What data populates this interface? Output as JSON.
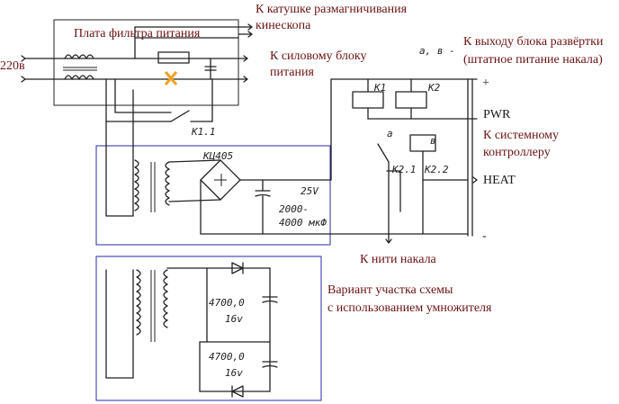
{
  "labels": {
    "filter_board": "Плата фильтра питания",
    "input_voltage": "220в",
    "degauss_coil_line1": "К катушке размагничивания",
    "degauss_coil_line2": "кинескопа",
    "power_unit_line1": "К силовому блоку",
    "power_unit_line2": "питания",
    "scan_output_prefix": "а, в -",
    "scan_output_line1": "К выходу блока развёртки",
    "scan_output_line2": "(штатное питание накала)",
    "plus": "+",
    "minus": "-",
    "pwr": "PWR",
    "controller_line1": "К системному",
    "controller_line2": "контроллеру",
    "heat": "HEAT",
    "filament": "К нити накала",
    "variant_line1": "Вариант участка схемы",
    "variant_line2": "с использованием умножителя"
  },
  "components": {
    "relay_k1_contact": "К1.1",
    "bridge": "КЦ405",
    "cap_voltage": "25V",
    "cap_value1": "2000-",
    "cap_value2": "4000 мкФ",
    "relay_k1": "К1",
    "relay_k2": "К2",
    "relay_k21": "К2.1",
    "relay_k22": "К2.2",
    "point_a": "а",
    "point_b": "в",
    "mult_cap1": "4700,0",
    "mult_cap2": "4700,0",
    "mult_v1": "16v",
    "mult_v2": "16v"
  },
  "colors": {
    "label_text": "#6b1212",
    "box_outline": "#2a2aa8",
    "cut_marker": "#f0a020"
  }
}
